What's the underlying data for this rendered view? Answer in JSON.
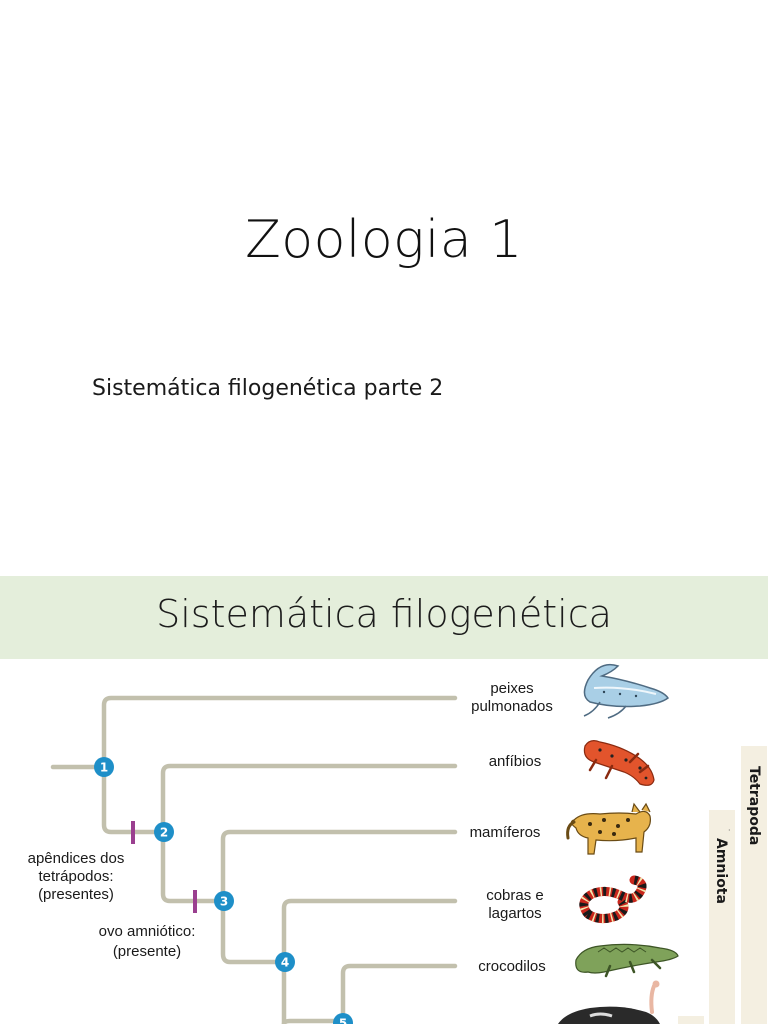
{
  "slide1": {
    "title": "Zoologia 1",
    "subtitle": "Sistemática filogenética parte 2"
  },
  "slide2": {
    "title": "Sistemática filogenética",
    "taxa": [
      {
        "line1": "peixes",
        "line2": "pulmonados",
        "icon": "lungfish-icon"
      },
      {
        "line1": "anfíbios",
        "line2": "",
        "icon": "salamander-icon"
      },
      {
        "line1": "mamíferos",
        "line2": "",
        "icon": "wildcat-icon"
      },
      {
        "line1": "cobras e",
        "line2": "lagartos",
        "icon": "snake-icon"
      },
      {
        "line1": "crocodilos",
        "line2": "",
        "icon": "crocodile-icon"
      }
    ],
    "nodes": [
      "1",
      "2",
      "3",
      "4",
      "5"
    ],
    "characters": [
      {
        "line1": "apêndices dos",
        "line2": "tetrápodos:",
        "line3": "(presentes)"
      },
      {
        "line1": "ovo amniótico:",
        "line2": "(presente)"
      }
    ],
    "clades": [
      "Tetrapoda",
      "Amniota"
    ],
    "colors": {
      "branch": "#c2c0ad",
      "node": "#1e8fc8",
      "character_mark": "#9a3f8f",
      "header": "#e4eedb",
      "clade_bar": "#f4efe1"
    }
  }
}
